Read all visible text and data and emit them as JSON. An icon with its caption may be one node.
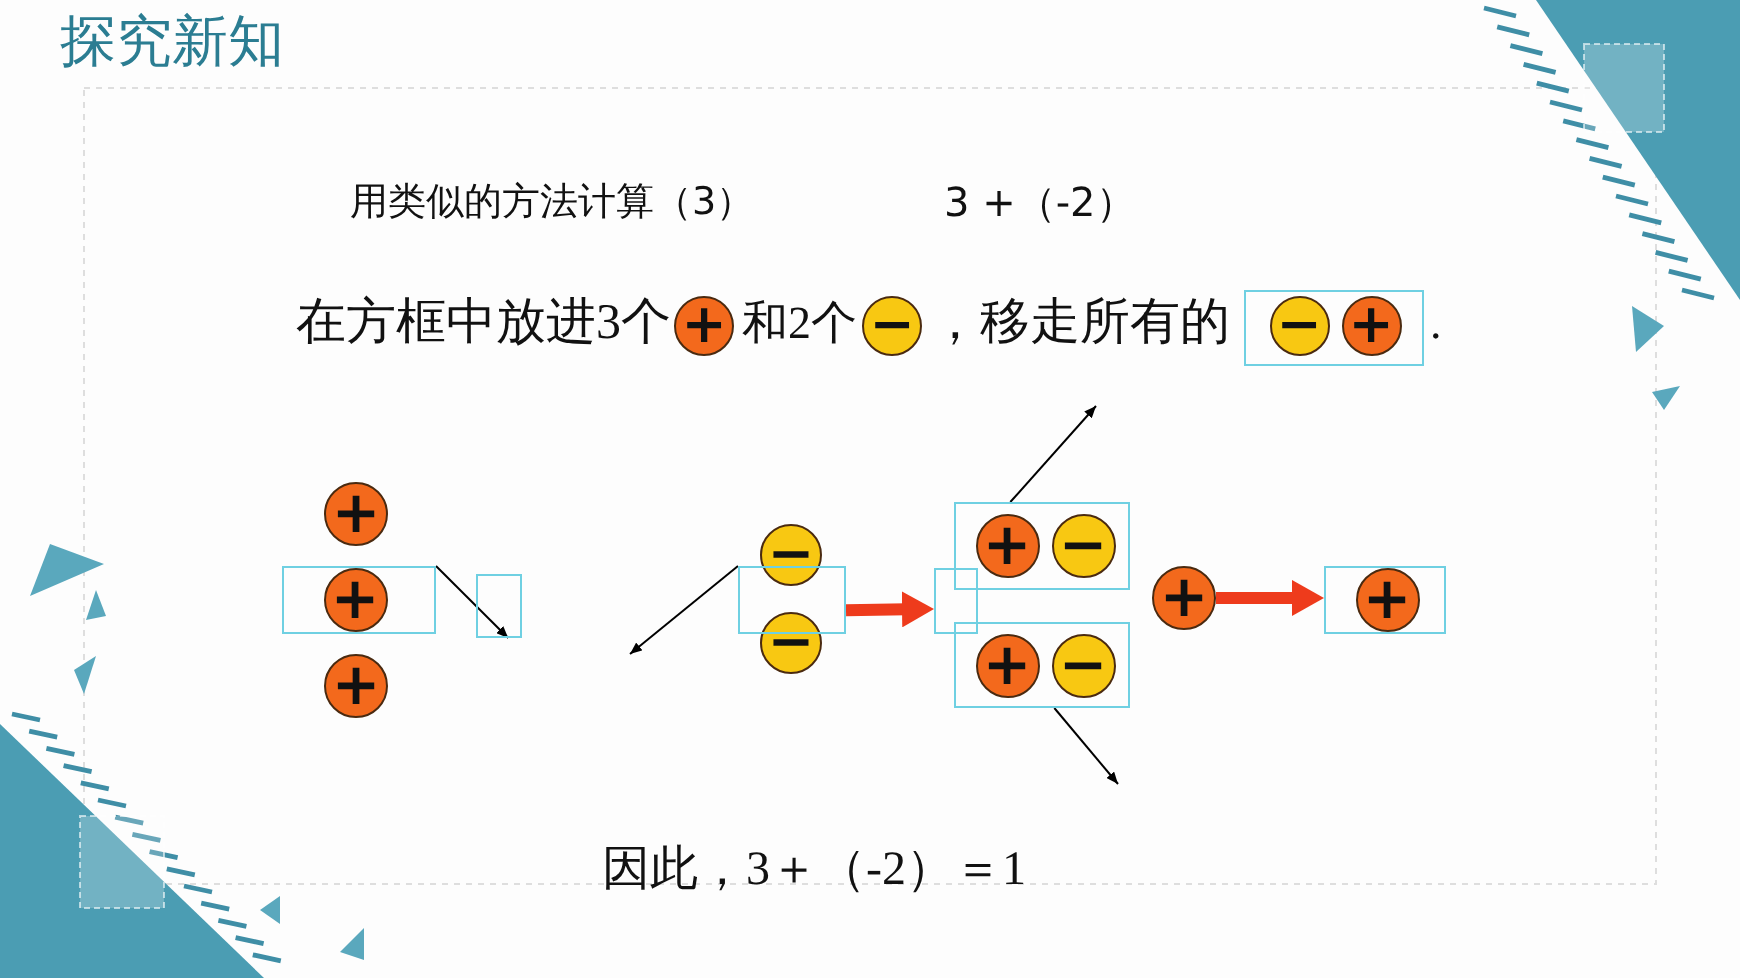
{
  "diagram": {
    "title": "探究新知",
    "nodes": [
      {
        "text": [
          "+"
        ]
      },
      {
        "text": [
          "−"
        ]
      },
      {
        "text": [],
        "shape": "box"
      },
      {
        "text": [
          "−"
        ],
        "in": 2
      },
      {
        "text": [
          "+"
        ],
        "in": 2
      },
      {
        "text": [
          "+"
        ]
      },
      {
        "text": [],
        "shape": "box"
      },
      {
        "text": [
          "+"
        ],
        "in": 6
      },
      {
        "text": [
          "+"
        ]
      },
      {
        "text": [],
        "shape": "box"
      },
      {
        "text": [],
        "shape": "box"
      },
      {
        "text": [
          "−"
        ]
      },
      {
        "text": [
          "−"
        ]
      },
      {
        "text": [],
        "shape": "box"
      },
      {
        "text": [],
        "shape": "box"
      },
      {
        "text": [
          "+"
        ],
        "in": 14
      },
      {
        "text": [
          "−"
        ],
        "in": 14
      },
      {
        "text": [],
        "shape": "box"
      },
      {
        "text": [
          "+"
        ],
        "in": 17
      },
      {
        "text": [
          "−"
        ],
        "in": 17
      },
      {
        "text": [
          "+"
        ]
      },
      {
        "text": [],
        "shape": "box"
      },
      {
        "text": [
          "+"
        ],
        "in": 21
      }
    ],
    "edges": [
      {
        "from": 6,
        "to": 9,
        "arrow": "to"
      },
      {
        "from": 10,
        "to": null,
        "arrow": "to"
      },
      {
        "from": 10,
        "to": 13,
        "arrow": "to",
        "style": "thick",
        "color": "#ee3b1c"
      },
      {
        "from": 14,
        "to": null,
        "arrow": "to"
      },
      {
        "from": 17,
        "to": null,
        "arrow": "to"
      },
      {
        "from": 20,
        "to": 21,
        "arrow": "to",
        "style": "thick",
        "color": "#ee3b1c"
      }
    ],
    "labels": [
      "用类似的方法计算（3）",
      "3 +（-2）",
      "在方框中放进3个",
      "和2个",
      "，移走所有的",
      ".",
      "因此，3＋（-2）＝1"
    ]
  }
}
